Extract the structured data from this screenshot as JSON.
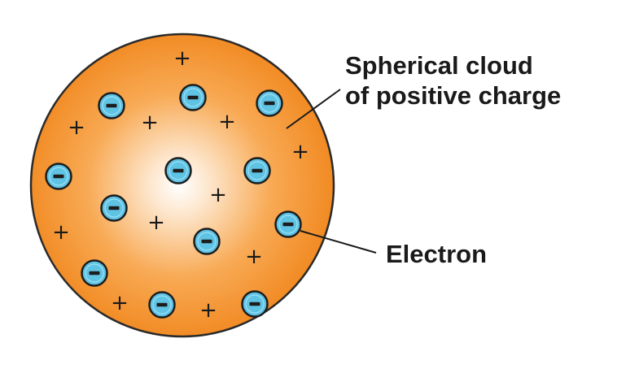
{
  "labels": {
    "cloud_line1": "Spherical cloud",
    "cloud_line2": "of positive charge",
    "electron": "Electron"
  },
  "symbols": {
    "positive": "+",
    "electron": "−"
  },
  "colors": {
    "sphere_center": "#ffffff",
    "sphere_edge": "#f28a1a",
    "sphere_outline": "#2a2a2a",
    "electron_fill": "#5fc3e4",
    "electron_outline": "#1d1d1d",
    "text": "#1a1a1a"
  }
}
